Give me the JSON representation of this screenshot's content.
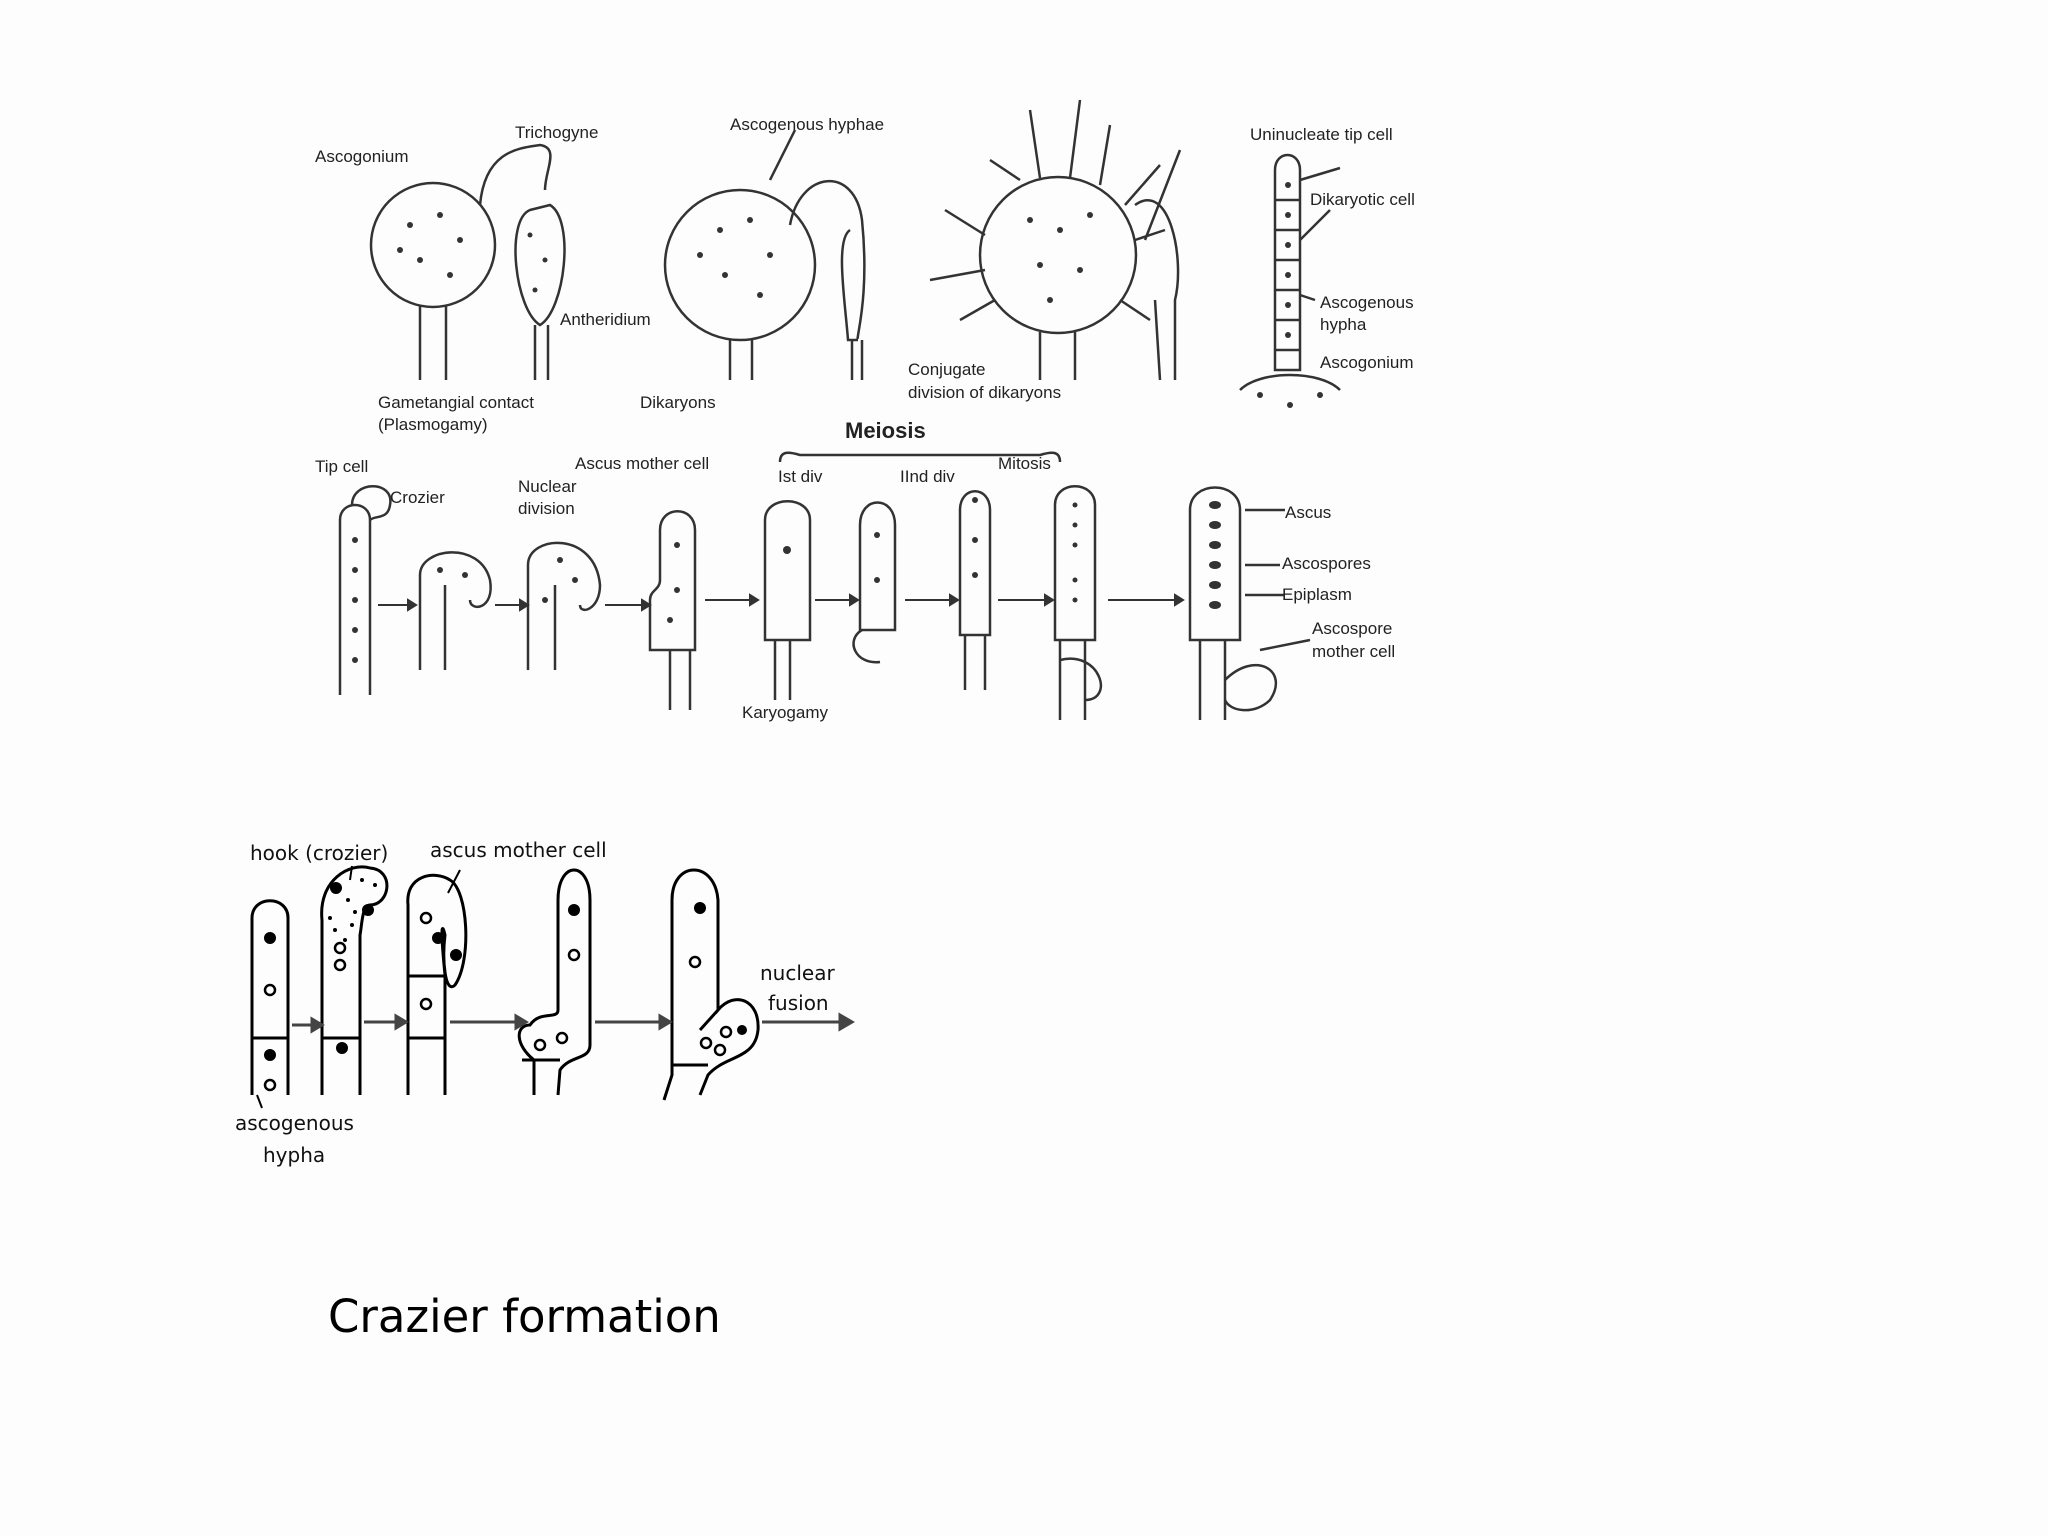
{
  "caption": "Crazier formation",
  "diagram_top": {
    "labels": {
      "ascogonium": "Ascogonium",
      "trichogyne": "Trichogyne",
      "antheridium": "Antheridium",
      "gametangial_contact": "Gametangial contact",
      "plasmogamy": "(Plasmogamy)",
      "ascogenous_hyphae": "Ascogenous hyphae",
      "dikaryons": "Dikaryons",
      "conjugate_1": "Conjugate",
      "conjugate_2": "division of dikaryons",
      "uninucleate_tip_cell": "Uninucleate tip cell",
      "dikaryotic_cell": "Dikaryotic cell",
      "ascogenous_hypha_1": "Ascogenous",
      "ascogenous_hypha_2": "hypha",
      "ascogonium_2": "Ascogonium",
      "meiosis": "Meiosis",
      "tip_cell": "Tip cell",
      "crozier": "Crozier",
      "nuclear_1": "Nuclear",
      "nuclear_2": "division",
      "ascus_mother_cell": "Ascus mother cell",
      "first_div": "Ist div",
      "second_div": "IInd div",
      "mitosis": "Mitosis",
      "karyogamy": "Karyogamy",
      "ascus": "Ascus",
      "ascospores": "Ascospores",
      "epiplasm": "Epiplasm",
      "ascospore_mc_1": "Ascospore",
      "ascospore_mc_2": "mother cell"
    }
  },
  "diagram_bottom": {
    "labels": {
      "hook": "hook (crozier)",
      "ascus_mother_cell": "ascus mother cell",
      "ascogenous": "ascogenous",
      "hypha": "hypha",
      "nuclear": "nuclear",
      "fusion": "fusion"
    }
  }
}
